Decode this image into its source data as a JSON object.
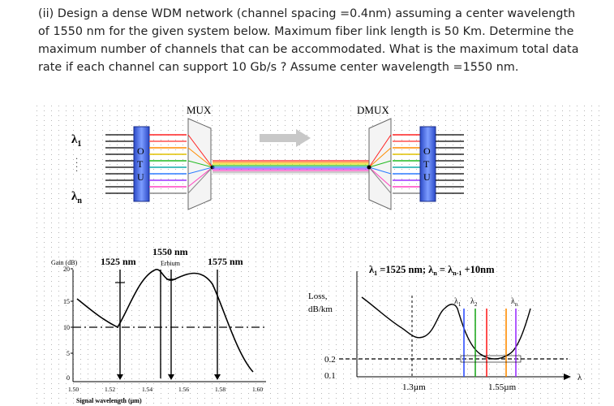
{
  "question": {
    "lines": [
      "(ii) Design a dense WDM network (channel spacing =0.4nm) assuming a center wavelength",
      "of 1550 nm for the given system below. Maximum fiber link length is 50 Km. Determine the",
      "maximum number of channels that can be accommodated. What is the maximum total data",
      "rate if each channel can support 10 Gb/s ? Assume center wavelength =1550 nm."
    ]
  },
  "diagram": {
    "mux_label": "MUX",
    "dmux_label": "DMUX",
    "otu_letters": [
      "O",
      "T",
      "U"
    ],
    "lambda_1": "λ",
    "lambda_1_sub": "1",
    "lambda_n": "λ",
    "lambda_n_sub": "n",
    "ellipsis_dots": ". . . ."
  },
  "gain_chart": {
    "ylabel": "Gain (dB)",
    "xlabel": "Signal wavelength (µm)",
    "y_ticks": [
      "20",
      "15",
      "10",
      "5",
      "0"
    ],
    "x_ticks": [
      "1.50",
      "1.52",
      "1.54",
      "1.56",
      "1.58",
      "1.60"
    ],
    "label_1525": "1525 nm",
    "label_1550": "1550 nm",
    "label_erbium": "Erbium",
    "label_1575": "1575 nm"
  },
  "loss_chart": {
    "formula_lambda1": "λ",
    "formula_sub1": "1",
    "formula_mid": " =1525 nm; λ",
    "formula_subn": "n",
    "formula_eq": " = λ",
    "formula_subn1": "n-1",
    "formula_tail": " +10nm",
    "ylabel_line1": "Loss,",
    "ylabel_line2": "dB/km",
    "tick_02": "0.2",
    "tick_01": "0.1",
    "x_13": "1.3µm",
    "x_155": "1.55µm",
    "x_axis_symbol": "λ",
    "peak_labels": [
      "λ",
      "λ",
      "λ"
    ],
    "peak_subs": [
      "1",
      "2",
      "n"
    ]
  },
  "colors": {
    "otu_blue": "#4a6fe0",
    "fiber": [
      "#ff2020",
      "#ff8c00",
      "#e0e000",
      "#22bb22",
      "#2b7bff",
      "#9b30ff",
      "#ff40c0"
    ],
    "dot_grid": "#9a9a9a"
  }
}
